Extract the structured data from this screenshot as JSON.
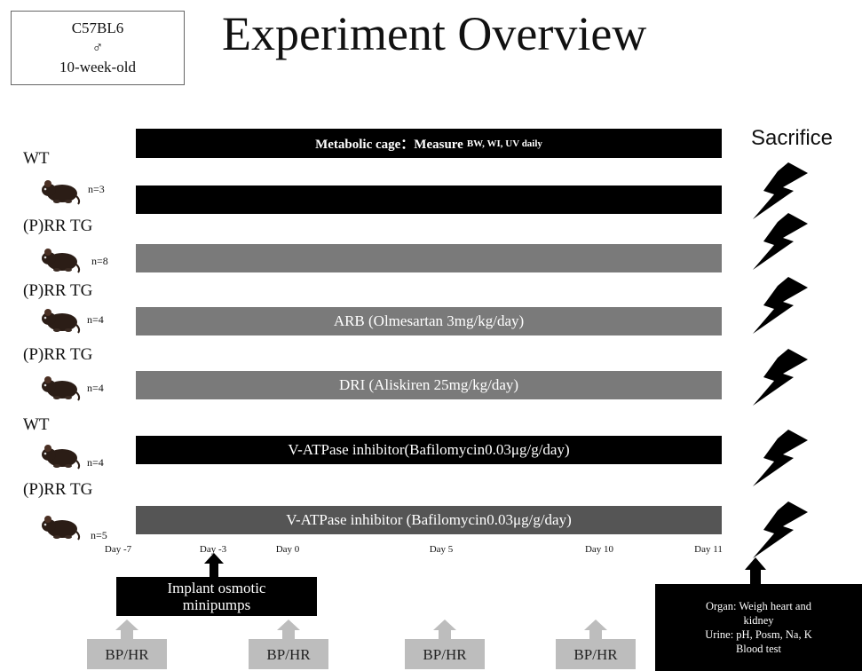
{
  "info_box": {
    "strain": "C57BL6",
    "sex": "♂",
    "age": "10-week-old"
  },
  "title": "Experiment Overview",
  "metabolic_bar": {
    "label": "Metabolic cage：Measure",
    "detail": "BW, WI, UV  daily"
  },
  "groups": [
    {
      "name": "WT",
      "n": "n=3",
      "treatment": "",
      "color": "#000000"
    },
    {
      "name": "(P)RR TG",
      "n": "n=8",
      "treatment": "",
      "color": "#7a7a7a"
    },
    {
      "name": "(P)RR TG",
      "n": "n=4",
      "treatment": "ARB (Olmesartan 3mg/kg/day)",
      "color": "#7a7a7a"
    },
    {
      "name": "(P)RR TG",
      "n": "n=4",
      "treatment": "DRI (Aliskiren 25mg/kg/day)",
      "color": "#7a7a7a"
    },
    {
      "name": "WT",
      "n": "n=4",
      "treatment": "V-ATPase inhibitor(Bafilomycin0.03μg/g/day)",
      "color": "#000000"
    },
    {
      "name": "(P)RR TG",
      "n": "n=5",
      "treatment": "V-ATPase inhibitor (Bafilomycin0.03μg/g/day)",
      "color": "#555555"
    }
  ],
  "sacrifice": "Sacrifice",
  "days": [
    "Day -7",
    "Day -3",
    "Day 0",
    "Day 5",
    "Day 10",
    "Day 11"
  ],
  "implant": {
    "line1": "Implant osmotic",
    "line2": "minipumps"
  },
  "bphr_label": "BP/HR",
  "organ_box": {
    "line1": "Organ: Weigh heart  and",
    "line2": "kidney",
    "line3": "Urine: pH, Posm, Na, K",
    "line4": "Blood test"
  },
  "colors": {
    "bar_black": "#000000",
    "bar_gray": "#7a7a7a",
    "bar_dark": "#555555",
    "bphr_arrow": "#bdbdbd"
  },
  "icons": {
    "mouse": "mouse-icon",
    "bolt": "lightning-bolt-icon"
  }
}
